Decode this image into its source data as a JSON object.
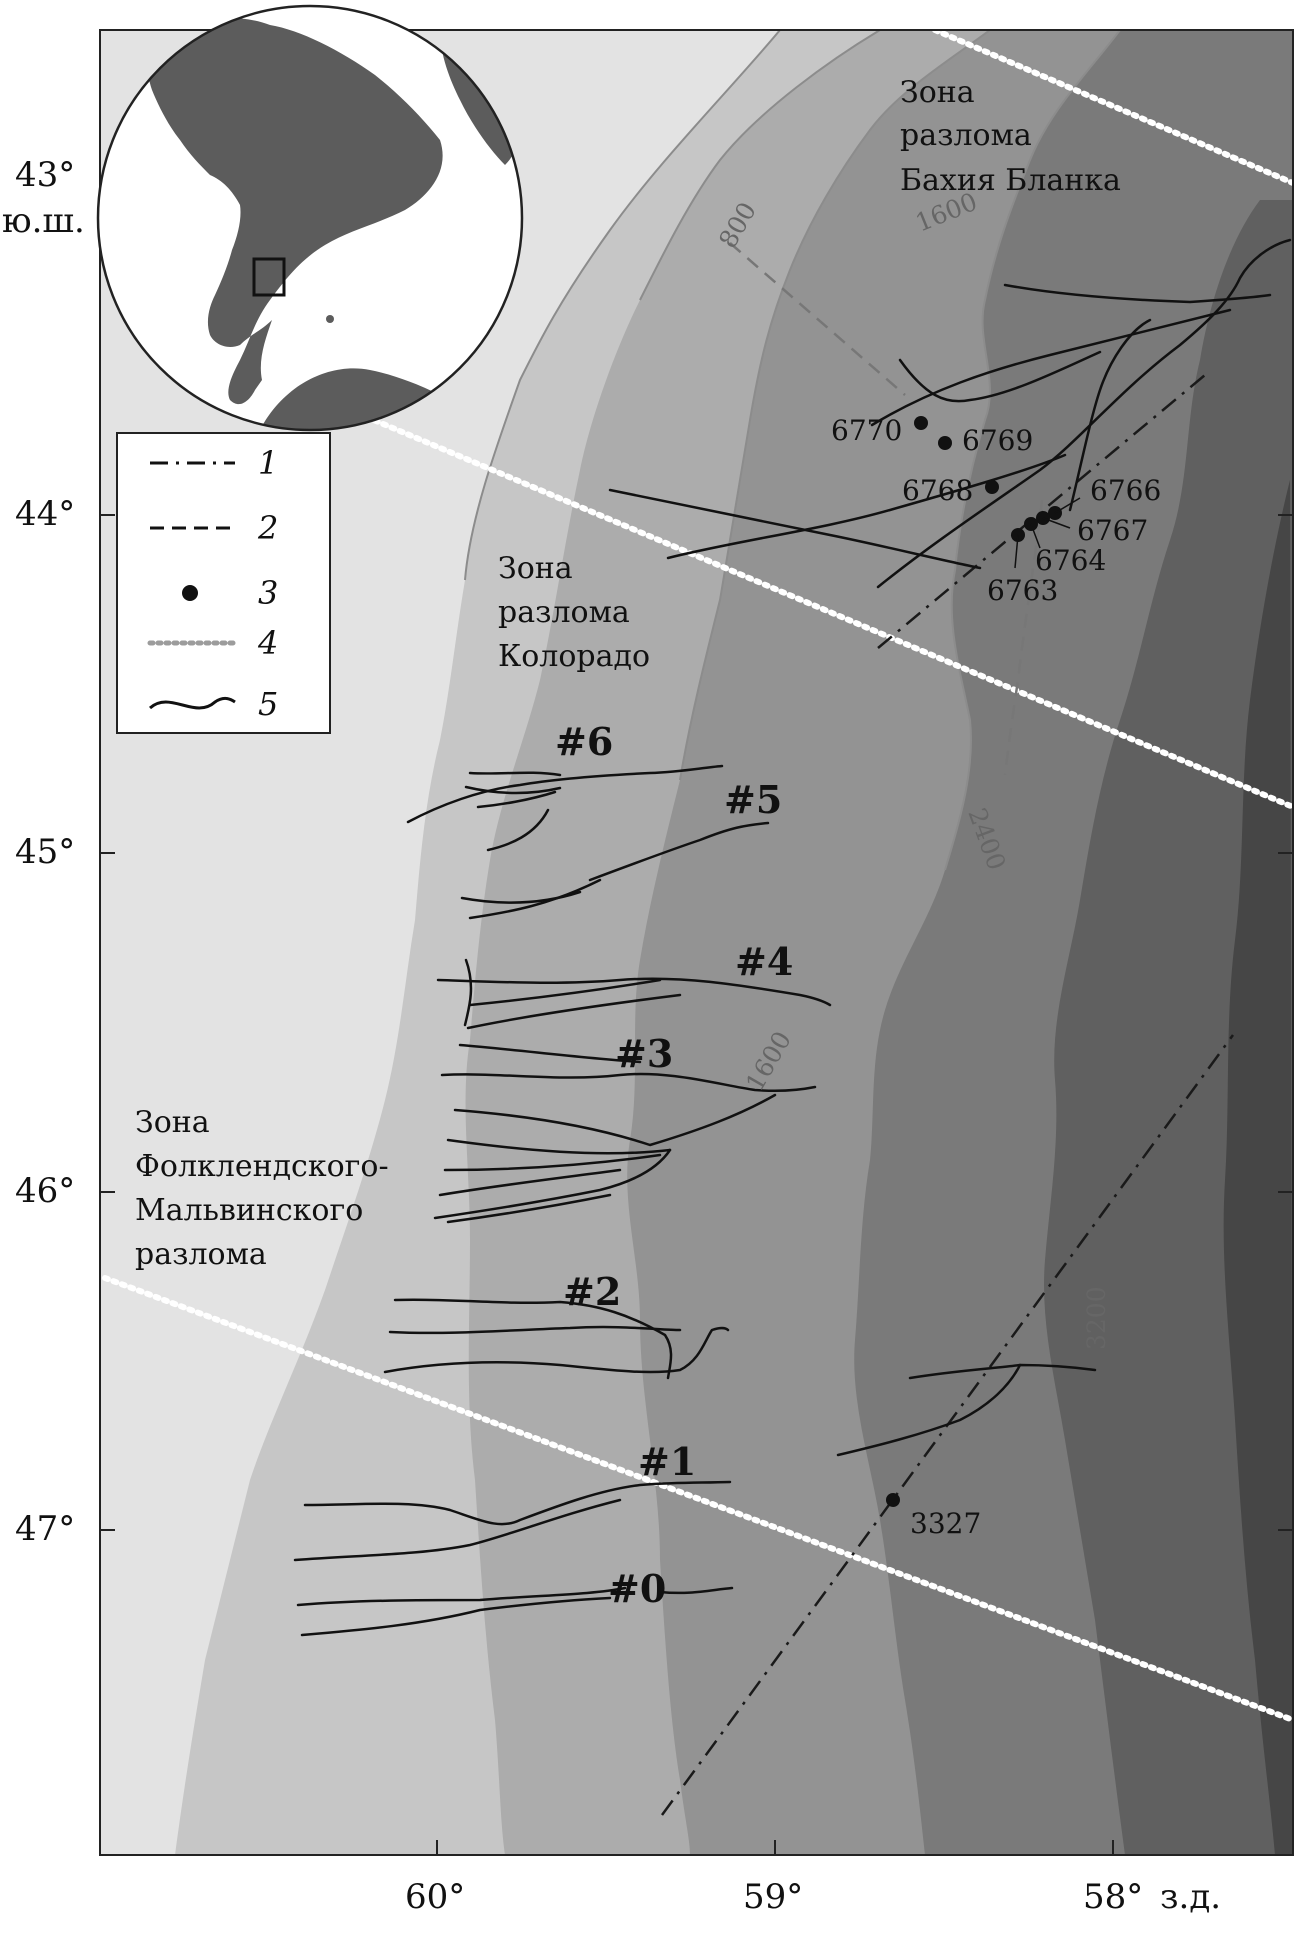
{
  "coordinates": {
    "lat": [
      "43°",
      "44°",
      "45°",
      "46°",
      "47°"
    ],
    "lat_suffix": "ю.ш.",
    "lon": [
      "60°",
      "59°",
      "58°"
    ],
    "lon_suffix": "з.д."
  },
  "fracture_zones": {
    "bahia_blanca": [
      "Зона",
      "разлома",
      "Бахия Бланка"
    ],
    "colorado": [
      "Зона",
      "разлома",
      "Колорадо"
    ],
    "falkland": [
      "Зона",
      "Фолклендского-",
      "Мальвинского",
      "разлома"
    ]
  },
  "contours": [
    "800",
    "1600",
    "2400",
    "1600",
    "3200"
  ],
  "stations": [
    {
      "id": "6770"
    },
    {
      "id": "6769"
    },
    {
      "id": "6768"
    },
    {
      "id": "6766"
    },
    {
      "id": "6767"
    },
    {
      "id": "6764"
    },
    {
      "id": "6763"
    },
    {
      "id": "3327"
    }
  ],
  "canyons": [
    "#6",
    "#5",
    "#4",
    "#3",
    "#2",
    "#1",
    "#0"
  ],
  "legend": [
    {
      "num": "1",
      "style": "dash-dot"
    },
    {
      "num": "2",
      "style": "dashed"
    },
    {
      "num": "3",
      "style": "dot"
    },
    {
      "num": "4",
      "style": "dotted-grey"
    },
    {
      "num": "5",
      "style": "solid-wavy"
    }
  ],
  "colors": {
    "shelf": "#e3e3e3",
    "depth1": "#c6c6c6",
    "depth2": "#acacac",
    "depth3": "#939393",
    "depth4": "#7a7a7a",
    "depth5": "#606060",
    "depth6": "#464646",
    "land": "#5c5c5c",
    "fracture_zone": "#ffffff"
  }
}
